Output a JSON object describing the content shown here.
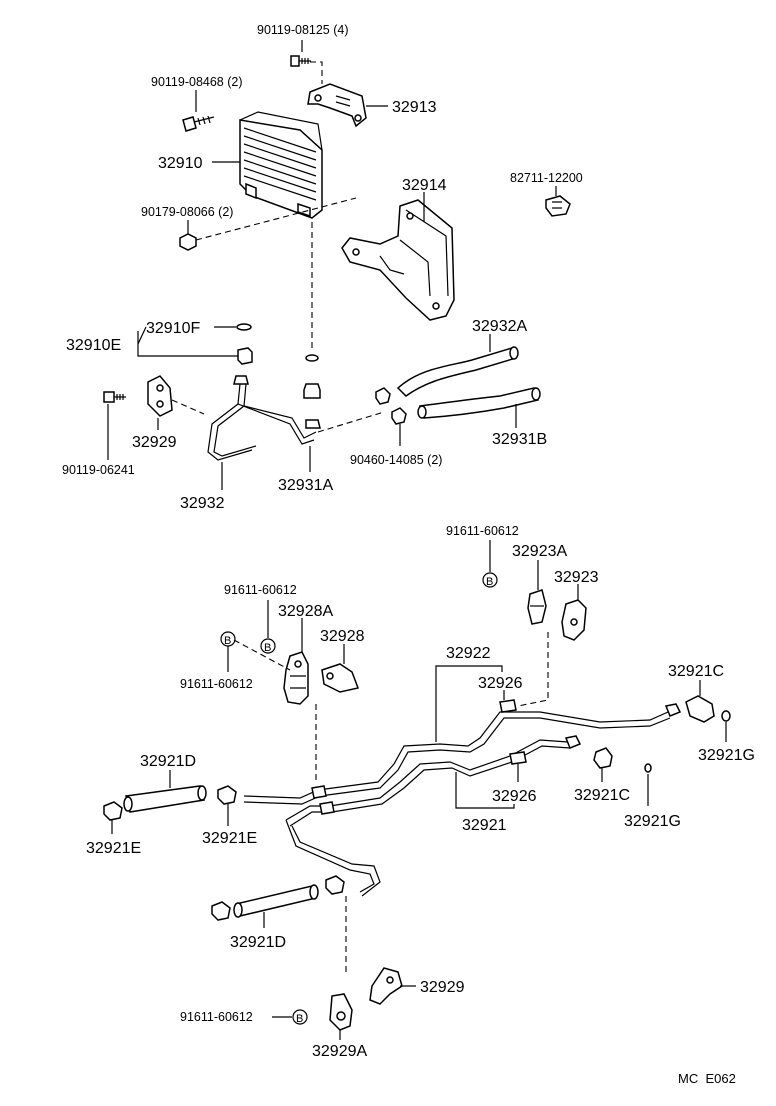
{
  "diagram": {
    "code": "MC  E062",
    "circle_marker": "B",
    "labels": {
      "bolt_08125": "90119-08125 (4)",
      "bolt_08468": "90119-08468 (2)",
      "bracket_32913": "32913",
      "cooler_32910": "32910",
      "bracket_32914": "32914",
      "clip_82711": "82711-12200",
      "nut_08066": "90179-08066 (2)",
      "fitting_32910F": "32910F",
      "fitting_32910E": "32910E",
      "hose_32932A": "32932A",
      "bolt_06241": "90119-06241",
      "bracket_32929_top": "32929",
      "hose_32931B": "32931B",
      "clamp_14085": "90460-14085 (2)",
      "pipe_32932": "32932",
      "pipe_32931A": "32931A",
      "clip_60612_a": "91611-60612",
      "clamp_32923A": "32923A",
      "clamp_32923": "32923",
      "clip_60612_b": "91611-60612",
      "clamp_32928A": "32928A",
      "clamp_32928": "32928",
      "clip_60612_c": "91611-60612",
      "tube_32922": "32922",
      "grommet_32926_top": "32926",
      "union_32921C_right": "32921C",
      "gasket_32921G_right": "32921G",
      "hose_32921D_top": "32921D",
      "clamp_32921E_left": "32921E",
      "clamp_32921E_mid": "32921E",
      "grommet_32926_bottom": "32926",
      "union_32921C_mid": "32921C",
      "gasket_32921G_mid": "32921G",
      "tube_32921": "32921",
      "hose_32921D_bottom": "32921D",
      "bracket_32929_bottom": "32929",
      "clip_60612_d": "91611-60612",
      "clamp_32929A": "32929A"
    }
  }
}
